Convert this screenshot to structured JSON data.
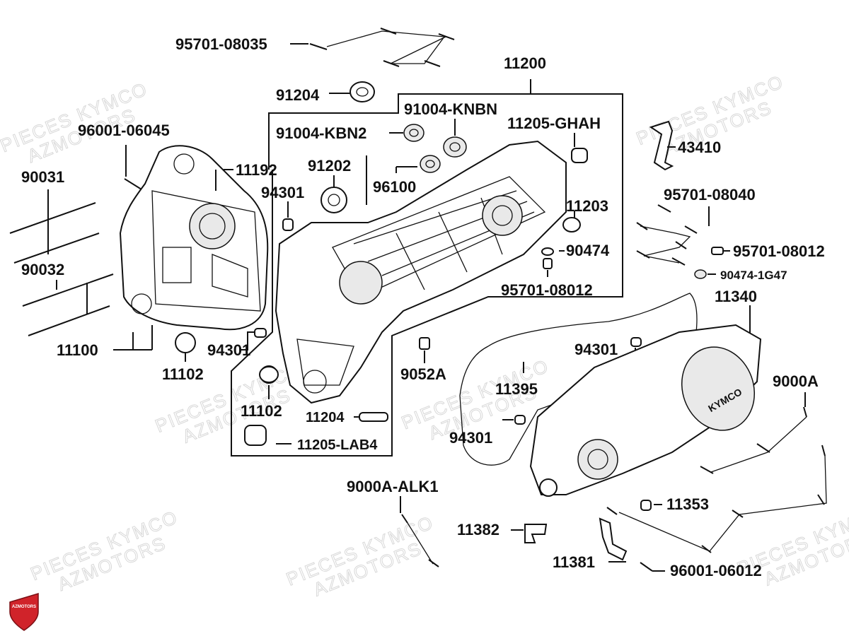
{
  "watermark": {
    "line1": "PIECES KYMCO",
    "line2": "AZMOTORS"
  },
  "logo": {
    "text": "AZMOTORS",
    "color": "#d0232a"
  },
  "cover_brand": "KYMCO",
  "parts": {
    "p95701_08035": "95701-08035",
    "p11200": "11200",
    "p91204": "91204",
    "p91004_knbn": "91004-KNBN",
    "p96001_06045": "96001-06045",
    "p91004_kbn2": "91004-KBN2",
    "p11205_ghah": "11205-GHAH",
    "p43410": "43410",
    "p90031": "90031",
    "p11192": "11192",
    "p91202": "91202",
    "p94301_a": "94301",
    "p96100": "96100",
    "p95701_08040": "95701-08040",
    "p11203": "11203",
    "p90474": "90474",
    "p95701_08012_a": "95701-08012",
    "p90032": "90032",
    "p90474_1g47": "90474-1G47",
    "p95701_08012_b": "95701-08012",
    "p11340": "11340",
    "p11100": "11100",
    "p94301_b": "94301",
    "p94301_c": "94301",
    "p11102_a": "11102",
    "p9052a": "9052A",
    "p11395": "11395",
    "p9000a": "9000A",
    "p11102_b": "11102",
    "p11204": "11204",
    "p94301_d": "94301",
    "p11205_lab4": "11205-LAB4",
    "p9000a_alk1": "9000A-ALK1",
    "p11353": "11353",
    "p11382": "11382",
    "p11381": "11381",
    "p96001_06012": "96001-06012"
  }
}
